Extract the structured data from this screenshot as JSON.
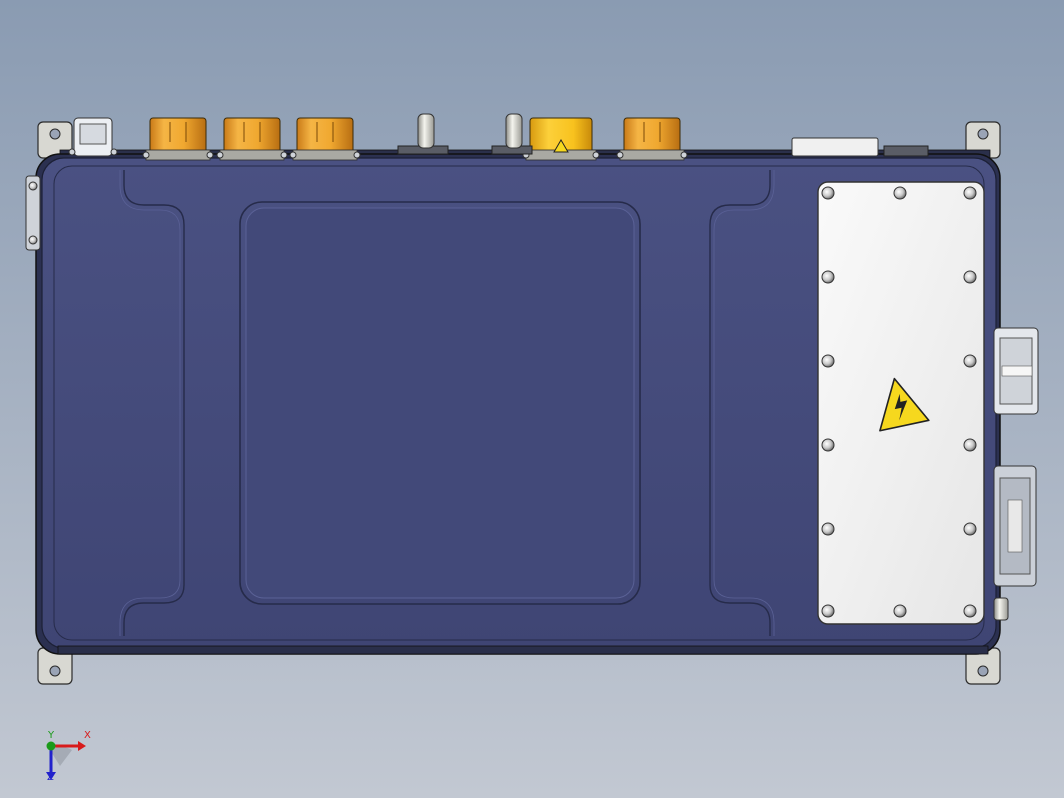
{
  "viewport": {
    "background_top": "#8a9bb2",
    "background_bottom": "#c2c8d2"
  },
  "model": {
    "housing_color": "#434a7a",
    "housing_edge": "#1c2036",
    "connector_color": "#f0a830",
    "highlight_connector_color": "#f8c21e",
    "cover_plate_color": "#f3f3f3",
    "bracket_color": "#d8d8d2"
  },
  "warning_label": {
    "icon": "high-voltage-warning-icon",
    "color": "#f6d81e"
  },
  "triad": {
    "x_label": "X",
    "y_label": "Y",
    "z_label": "Z",
    "x_color": "#d81b1b",
    "y_color": "#1a9a1a",
    "z_color": "#2222cc"
  }
}
